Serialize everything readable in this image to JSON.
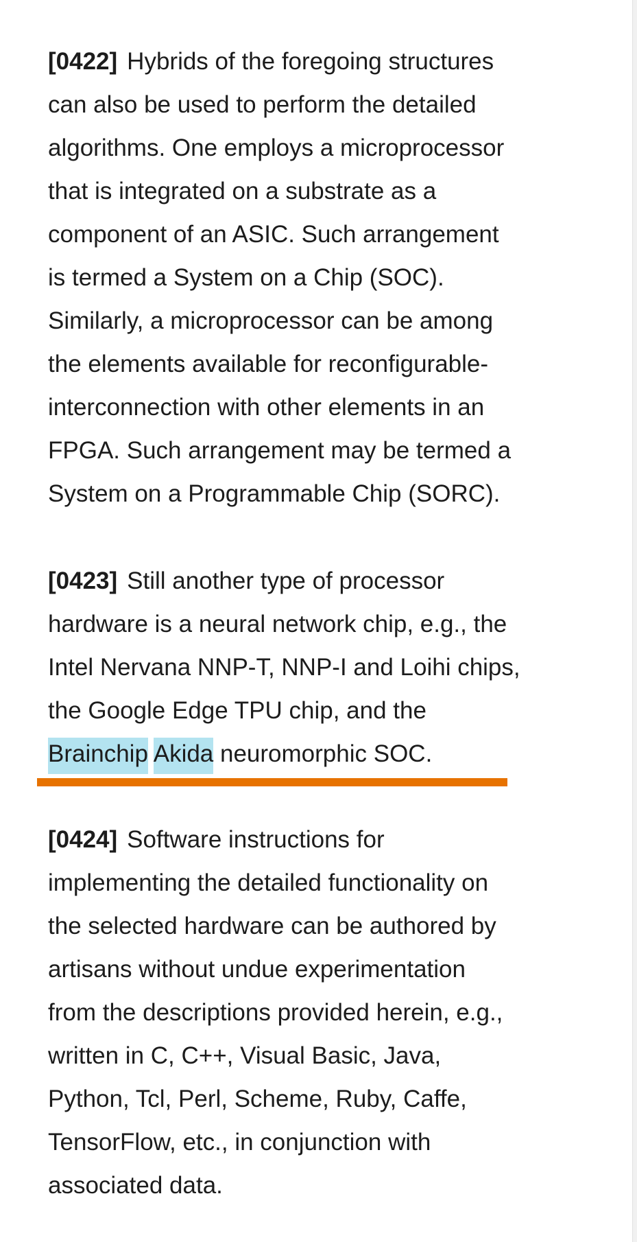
{
  "paragraphs": [
    {
      "number": "[0422]",
      "lines": [
        "Hybrids of the foregoing structures",
        "can also be used to perform the detailed",
        "algorithms. One employs a microprocessor",
        "that is integrated on a substrate as a",
        "component of an ASIC. Such arrangement",
        "is termed a System on a Chip (SOC).",
        "Similarly, a microprocessor can be among",
        "the elements available for reconfigurable-",
        "interconnection with other elements in an",
        "FPGA. Such arrangement may be termed a",
        "System on a Programmable Chip (SORC)."
      ]
    },
    {
      "number": "[0423]",
      "lines": [
        "Still another type of processor",
        "hardware is a neural network chip, e.g., the",
        "Intel Nervana NNP-T, NNP-I and Loihi chips,",
        "the Google Edge TPU chip, and the"
      ],
      "last_line": {
        "highlight_1": "Brainchip",
        "highlight_2": "Akida",
        "rest": " neuromorphic SOC."
      }
    },
    {
      "number": "[0424]",
      "lines": [
        "Software instructions for",
        "implementing the detailed functionality on",
        "the selected hardware can be authored by",
        "artisans without undue experimentation",
        "from the descriptions provided herein, e.g.,",
        "written in C, C++, Visual Basic, Java,",
        "Python, Tcl, Perl, Scheme, Ruby, Caffe,",
        "TensorFlow, etc., in conjunction with",
        "associated data."
      ]
    }
  ],
  "colors": {
    "highlight": "#b3e3f0",
    "underline_bar": "#e77200"
  }
}
